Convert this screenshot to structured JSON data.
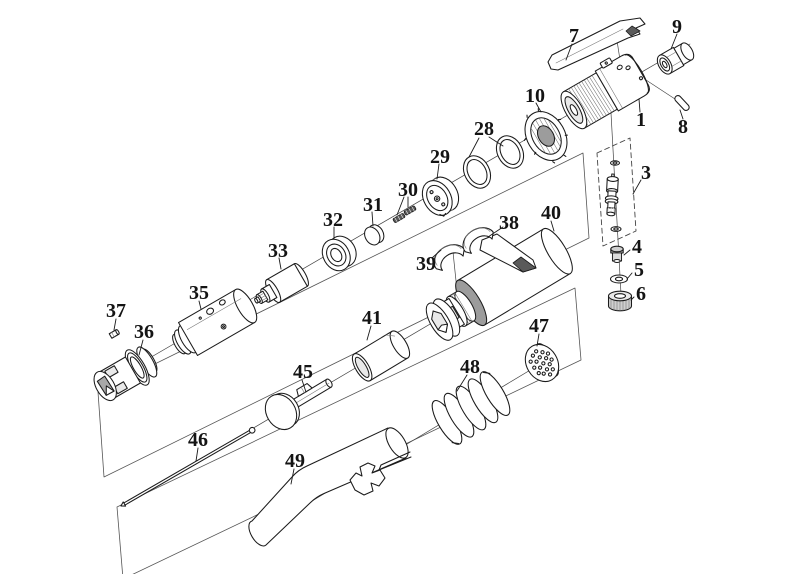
{
  "figure": {
    "type": "exploded-parts-diagram",
    "background_color": "#ffffff",
    "ink_color": "#1b1b1b",
    "part_labels": [
      "7",
      "9",
      "1",
      "8",
      "10",
      "3",
      "4",
      "5",
      "6",
      "28",
      "29",
      "30",
      "31",
      "32",
      "33",
      "35",
      "36",
      "37",
      "38",
      "39",
      "40",
      "41",
      "45",
      "46",
      "47",
      "48",
      "49"
    ]
  }
}
